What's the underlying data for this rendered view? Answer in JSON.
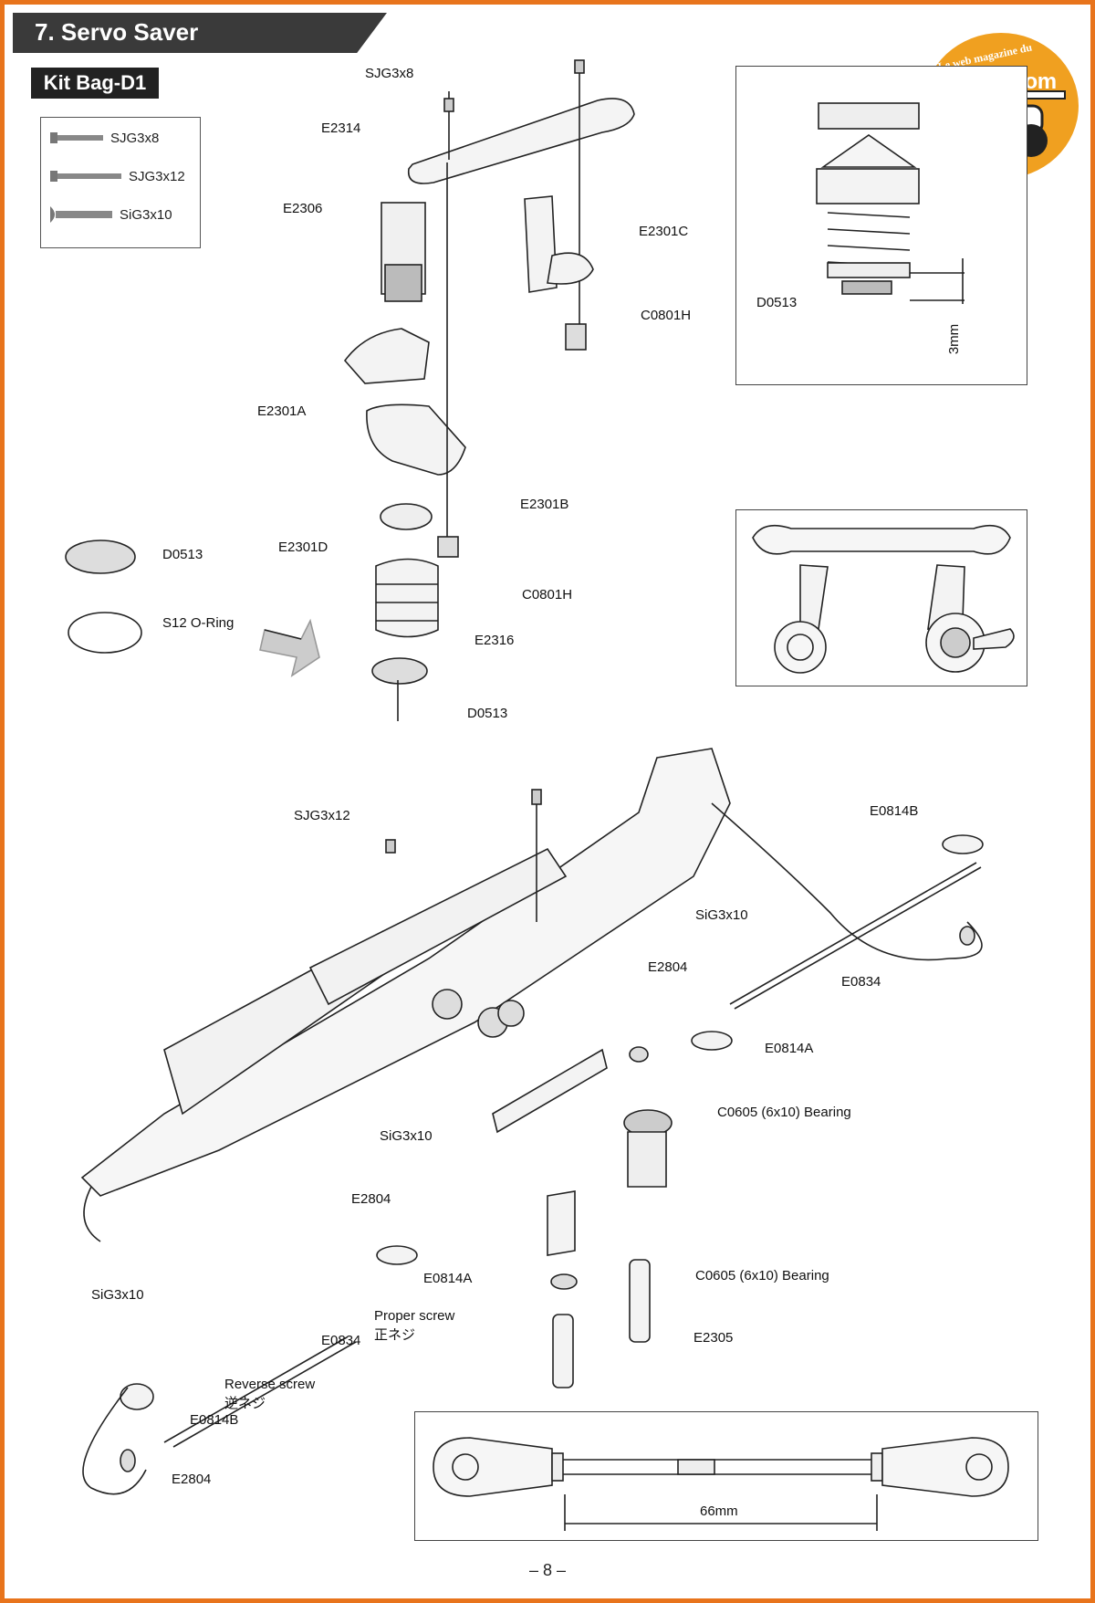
{
  "header": {
    "section_title": "7. Servo Saver",
    "kit_bag": "Kit Bag-D1"
  },
  "screw_legend": [
    {
      "label": "SJG3x8"
    },
    {
      "label": "SJG3x12"
    },
    {
      "label": "SiG3x10"
    }
  ],
  "logo": {
    "brand": "rcmag.com",
    "tagline": "Le web magazine du modelisme"
  },
  "top_callouts": {
    "sjg3x8": "SJG3x8",
    "e2314": "E2314",
    "e2306": "E2306",
    "e2301c": "E2301C",
    "c0801h_top": "C0801H",
    "e2301a": "E2301A",
    "e2301b": "E2301B",
    "e2301d": "E2301D",
    "c0801h_mid": "C0801H",
    "d0513_left": "D0513",
    "s12_oring": "S12 O-Ring",
    "e2316": "E2316",
    "d0513_bottom": "D0513"
  },
  "detail_top": {
    "part": "D0513",
    "dimension": "3mm"
  },
  "bottom_callouts": {
    "sjg3x12": "SJG3x12",
    "e0814b_top": "E0814B",
    "sig3x10_top": "SiG3x10",
    "e2804_top": "E2804",
    "e0834_top": "E0834",
    "e0814a_top": "E0814A",
    "c0605_top": "C0605 (6x10) Bearing",
    "sig3x10_mid": "SiG3x10",
    "e2804_mid": "E2804",
    "e0814a_mid": "E0814A",
    "sig3x10_left": "SiG3x10",
    "proper_screw": "Proper screw",
    "proper_screw_jp": "正ネジ",
    "e0834_mid": "E0834",
    "c0605_bottom": "C0605 (6x10) Bearing",
    "e2305": "E2305",
    "reverse_screw": "Reverse screw",
    "reverse_screw_jp": "逆ネジ",
    "e0814b_bottom": "E0814B",
    "e2804_bottom": "E2804"
  },
  "turnbuckle_detail": {
    "dimension": "66mm"
  },
  "page_number": "– 8 –",
  "colors": {
    "frame": "#e8741c",
    "header_bg": "#3a3a3a",
    "logo": "#f0a020"
  }
}
